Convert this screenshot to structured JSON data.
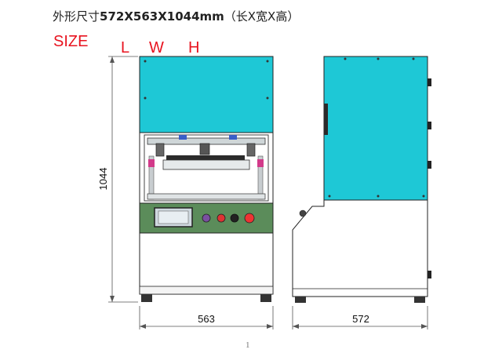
{
  "header": {
    "title_prefix": "外形尺寸",
    "title_dims": "572X563X1044mm",
    "title_suffix": "（长X宽X高）"
  },
  "size_legend": {
    "size": "SIZE",
    "l": "L",
    "w": "W",
    "h": "H"
  },
  "dimensions": {
    "height": "1044",
    "front_width": "563",
    "side_width": "572"
  },
  "colors": {
    "cabinet_cyan": "#1ec8d6",
    "panel_green": "#5b8c5a",
    "label_red": "#e8131f"
  },
  "page_number": "1"
}
